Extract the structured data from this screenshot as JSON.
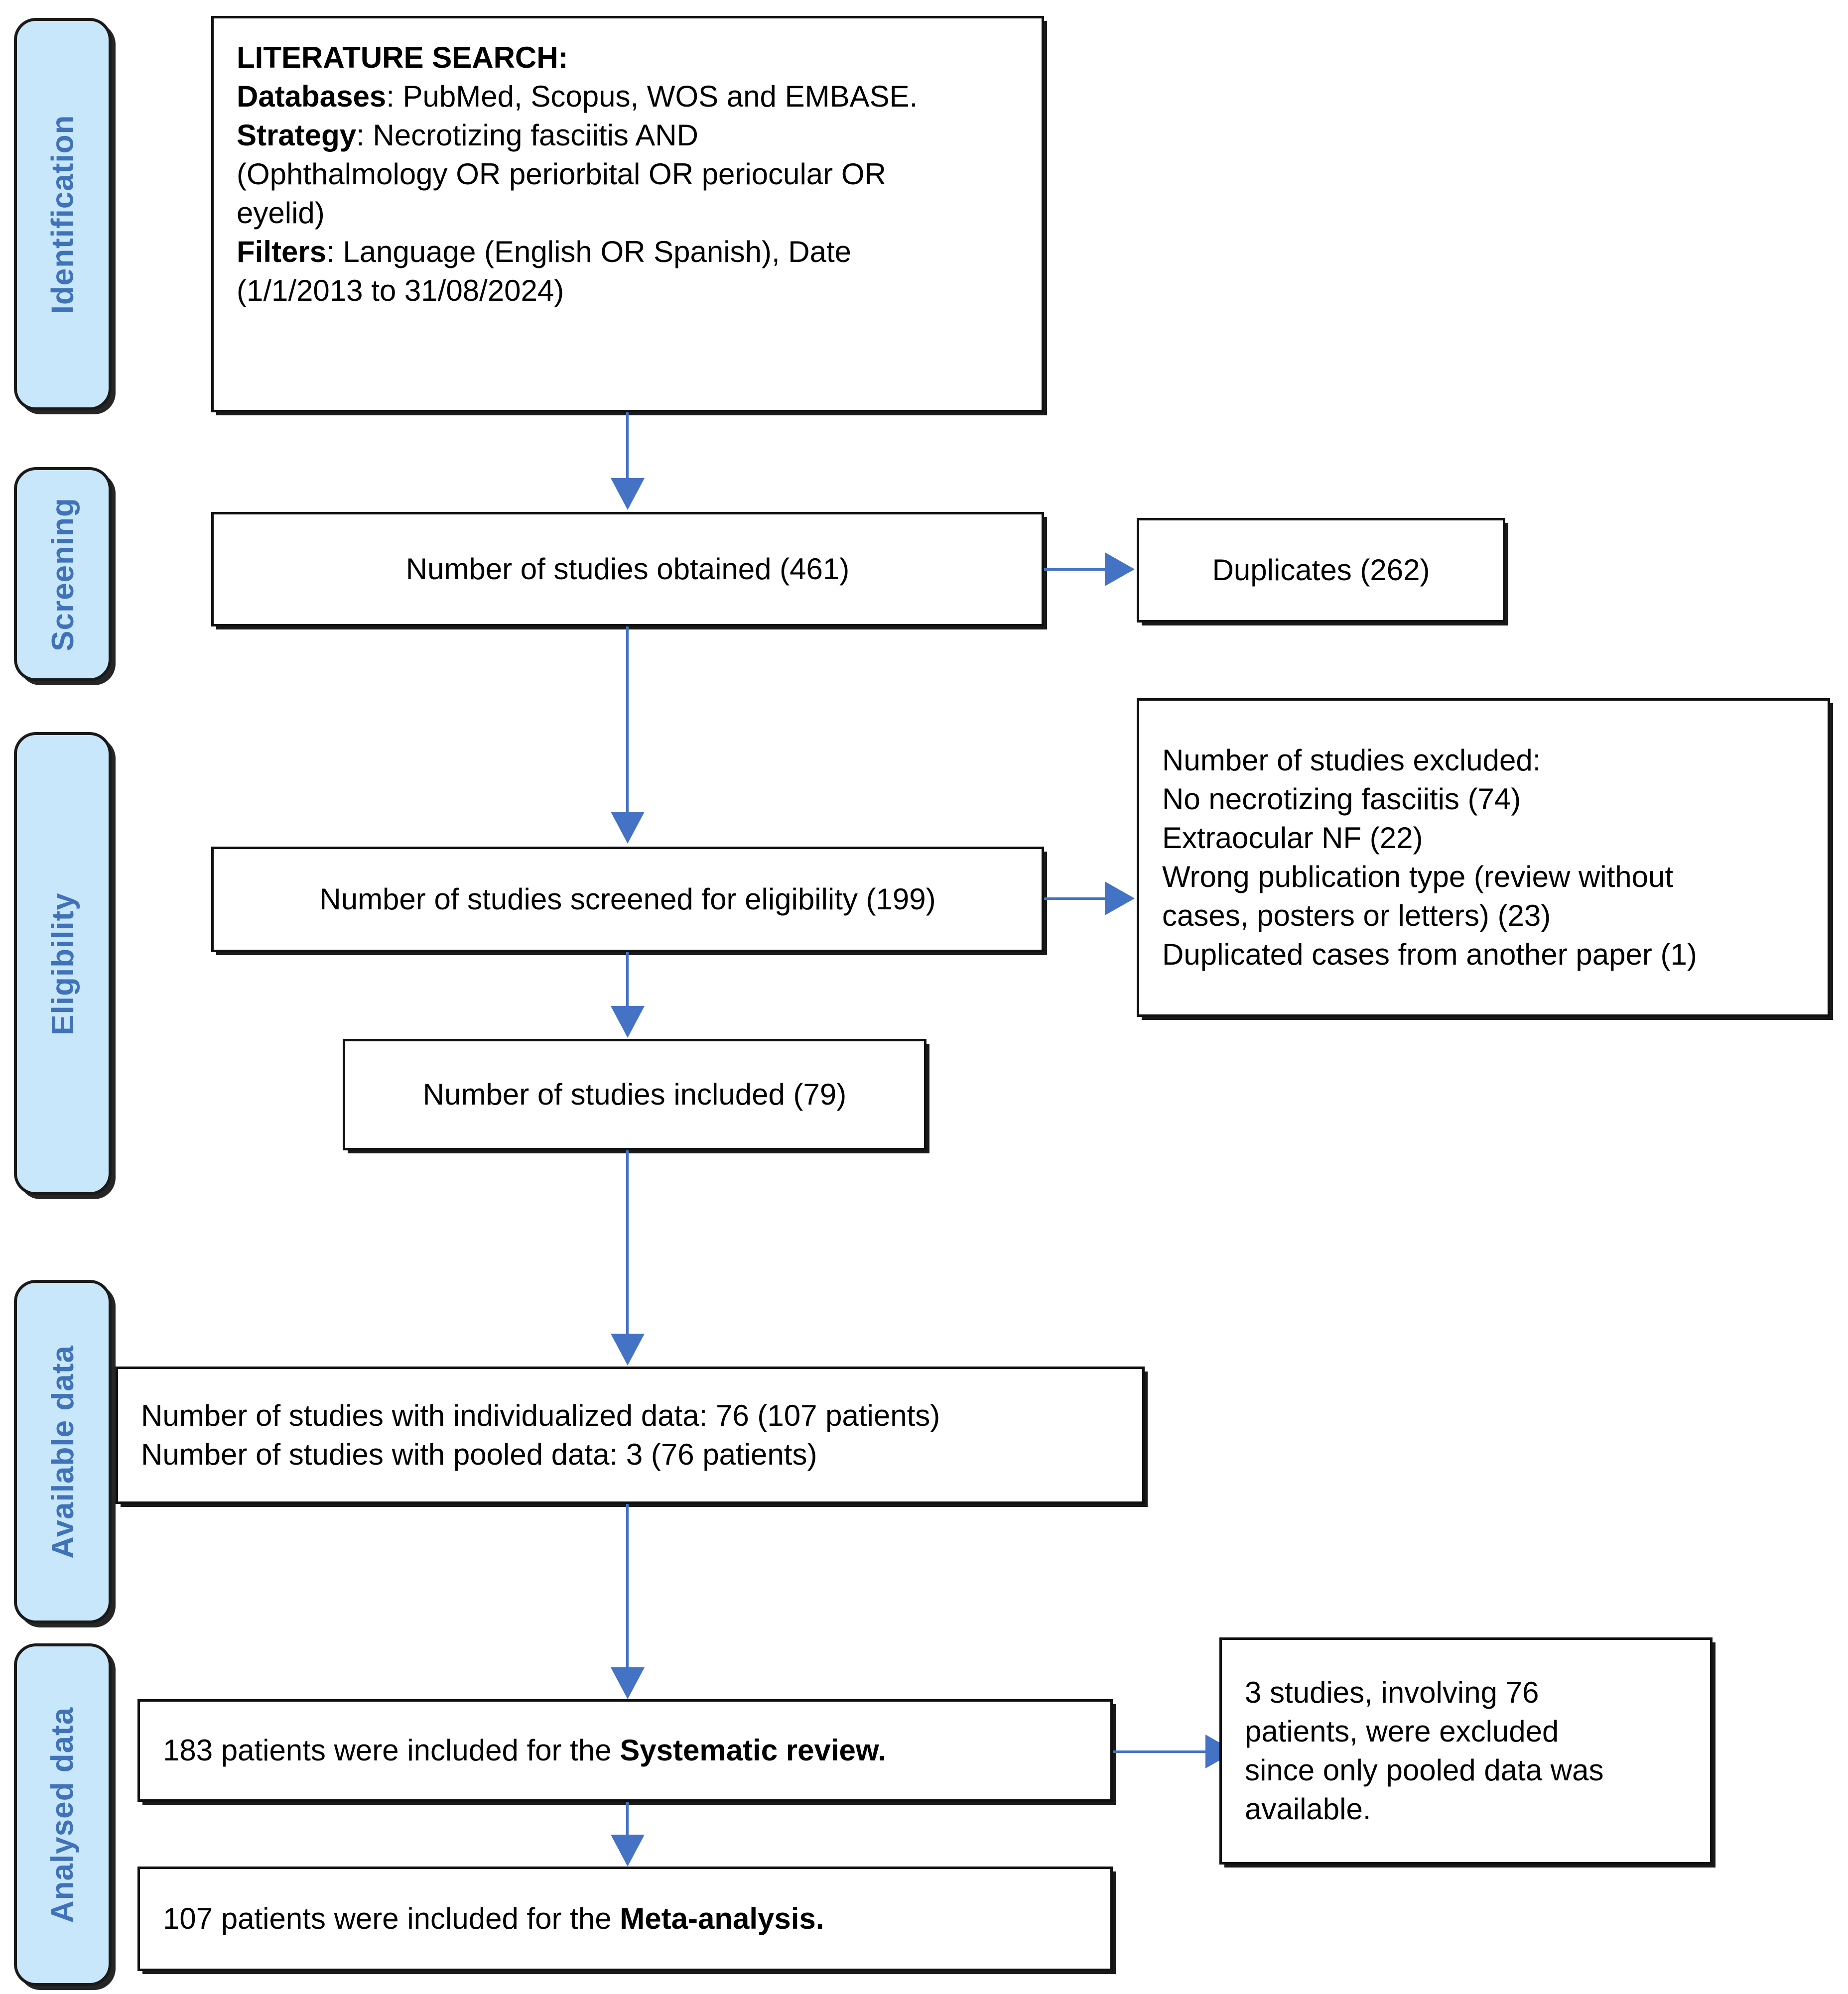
{
  "diagram": {
    "title": "PRISMA flow diagram of study selection",
    "accent_color": "#4472C4",
    "phase_fill_color": "#C8E7FB",
    "phase_text_color": "#3f72b8",
    "box_border_color": "#111111"
  },
  "phases": [
    {
      "id": "identification",
      "label": "Identification"
    },
    {
      "id": "screening",
      "label": "Screening"
    },
    {
      "id": "eligibility",
      "label": "Eligibility"
    },
    {
      "id": "available-data",
      "label": "Available data"
    },
    {
      "id": "analysed-data",
      "label": "Analysed data"
    }
  ],
  "boxes": {
    "literature_search": {
      "heading": "LITERATURE SEARCH:",
      "databases_label": "Databases",
      "databases_value": ": PubMed, Scopus, WOS and EMBASE.",
      "strategy_label": "Strategy",
      "strategy_value": ": Necrotizing fasciitis AND",
      "strategy_line2": "(Ophthalmology OR periorbital OR periocular OR",
      "strategy_line3": "eyelid)",
      "filters_label": "Filters",
      "filters_value": ": Language (English OR Spanish), Date",
      "filters_line2": "(1/1/2013 to 31/08/2024)"
    },
    "studies_obtained": {
      "text": "Number of studies obtained (461)"
    },
    "duplicates": {
      "text": "Duplicates (262)"
    },
    "screened_eligibility": {
      "text": "Number of studies screened for eligibility (199)"
    },
    "excluded": {
      "heading": "Number of studies excluded:",
      "reasons": [
        "No necrotizing fasciitis (74)",
        "Extraocular NF (22)",
        "Wrong publication type (review without",
        "cases, posters or letters) (23)",
        "Duplicated cases from another paper (1)"
      ]
    },
    "studies_included": {
      "text": "Number of studies included (79)"
    },
    "available_data": {
      "line1": "Number of studies with individualized data: 76 (107 patients)",
      "line2": "Number of studies with pooled data: 3 (76 patients)"
    },
    "systematic_review": {
      "prefix": "183 patients were included for the ",
      "bold": "Systematic review."
    },
    "meta_analysis": {
      "prefix": "107 patients were included for the ",
      "bold": "Meta-analysis."
    },
    "pooled_excluded": {
      "line1": "3 studies, involving 76",
      "line2": "patients, were excluded",
      "line3": "since only pooled data was",
      "line4": "available."
    }
  }
}
